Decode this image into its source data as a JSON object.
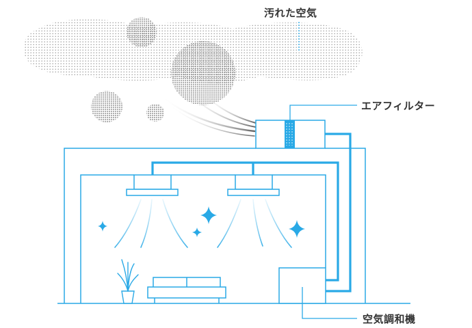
{
  "labels": {
    "dirty_air": "汚れた空気",
    "air_filter": "エアフィルター",
    "air_conditioner": "空気調和機"
  },
  "colors": {
    "accent": "#29a9e6",
    "line": "#29a9e6",
    "text": "#333333",
    "dots": "#8c8c8c",
    "airflow_gray": "#777777"
  },
  "icons": {
    "sparkle": "sparkle-icon",
    "plant": "plant-icon",
    "sofa": "sofa-icon",
    "ceiling_unit": "ceiling-ac-unit-icon"
  }
}
